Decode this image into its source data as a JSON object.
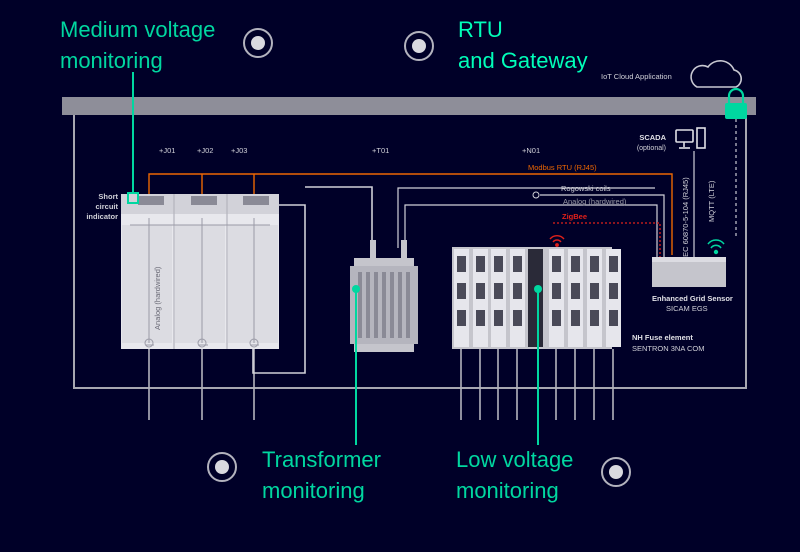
{
  "labels": {
    "mv_line1": "Medium voltage",
    "mv_line2": "monitoring",
    "rtu_line1": "RTU",
    "rtu_line2": "and Gateway",
    "tr_line1": "Transformer",
    "tr_line2": "monitoring",
    "lv_line1": "Low voltage",
    "lv_line2": "monitoring"
  },
  "diagram": {
    "iot_cloud": "IoT Cloud Application",
    "scada_line1": "SCADA",
    "scada_line2": "(optional)",
    "bay_j01": "+J01",
    "bay_j02": "+J02",
    "bay_j03": "+J03",
    "bay_t01": "+T01",
    "bay_n01": "+N01",
    "modbus": "Modbus RTU (RJ45)",
    "rogowski": "Rogowski coils",
    "analog": "Analog (hardwired)",
    "zigbee": "ZigBee",
    "iec": "IEC 60870-5-104 (RJ45)",
    "mqtt": "MQTT (LTE)",
    "short_line1": "Short",
    "short_line2": "circuit",
    "short_line3": "indicator",
    "analog_vertical": "Analog (hardwired)",
    "egs_line1": "Enhanced Grid Sensor",
    "egs_line2": "SICAM EGS",
    "fuse_line1": "NH Fuse element",
    "fuse_line2": "SENTRON 3NA COM"
  },
  "colors": {
    "background": "#000028",
    "accent": "#00d7a0",
    "modbus": "#ec6602",
    "zigbee": "#e0201a",
    "frame": "#a7a7b1",
    "equipment": "#c5c5cc"
  }
}
